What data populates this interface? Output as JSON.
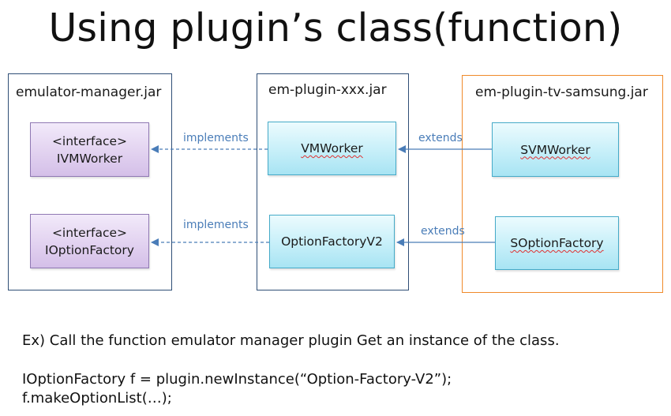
{
  "title": "Using plugin’s class(function)",
  "containers": {
    "emulator_manager": {
      "label": "emulator-manager.jar",
      "border_color": "#2f4e76"
    },
    "plugin_xxx": {
      "label": "em-plugin-xxx.jar",
      "border_color": "#2f4e76"
    },
    "plugin_tv_samsung": {
      "label": "em-plugin-tv-samsung.jar",
      "border_color": "#f08a2a"
    }
  },
  "nodes": {
    "ivmworker": {
      "stereotype": "<interface>",
      "name": "IVMWorker",
      "fill": "#e2d2f0"
    },
    "ioptionfactory": {
      "stereotype": "<interface>",
      "name": "IOptionFactory",
      "fill": "#e2d2f0"
    },
    "vmworker": {
      "name": "VMWorker",
      "fill": "#c6eff9"
    },
    "optionfactoryv2": {
      "name": "OptionFactoryV2",
      "fill": "#c6eff9"
    },
    "svmworker": {
      "name": "SVMWorker",
      "fill": "#c6eff9"
    },
    "soptionfactory": {
      "name": "SOptionFactory",
      "fill": "#c6eff9"
    }
  },
  "edges": [
    {
      "from": "vmworker",
      "to": "ivmworker",
      "label": "implements",
      "style": "dashed"
    },
    {
      "from": "optionfactoryv2",
      "to": "ioptionfactory",
      "label": "implements",
      "style": "dashed"
    },
    {
      "from": "svmworker",
      "to": "vmworker",
      "label": "extends",
      "style": "solid"
    },
    {
      "from": "soptionfactory",
      "to": "optionfactoryv2",
      "label": "extends",
      "style": "solid"
    }
  ],
  "edge_color": "#4a7db8",
  "footer": {
    "description": "Ex) Call the function emulator manager plugin Get an instance of the class.",
    "code_line1": "IOptionFactory f = plugin.newInstance(“Option-Factory-V2”);",
    "code_line2": "f.makeOptionList(…);"
  }
}
